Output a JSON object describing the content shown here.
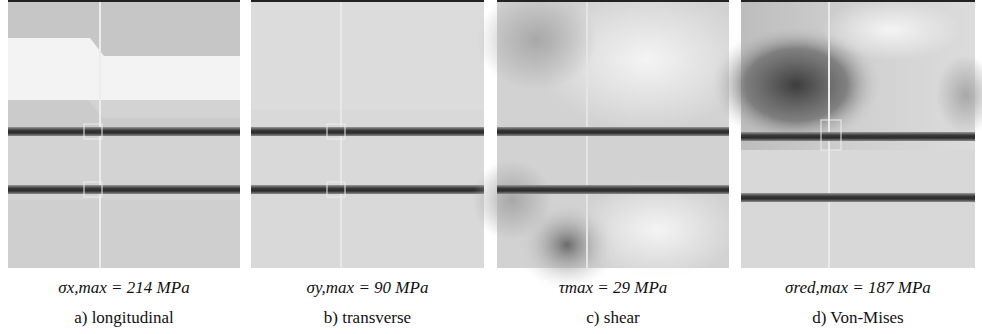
{
  "diagram": {
    "labels": [
      "σx,max = 214 MPa",
      "σy,max = 90 MPa",
      "τmax = 29 MPa",
      "σred,max = 187 MPa",
      "a) longitudinal",
      "b) transverse",
      "c) shear",
      "d) Von-Mises"
    ]
  }
}
